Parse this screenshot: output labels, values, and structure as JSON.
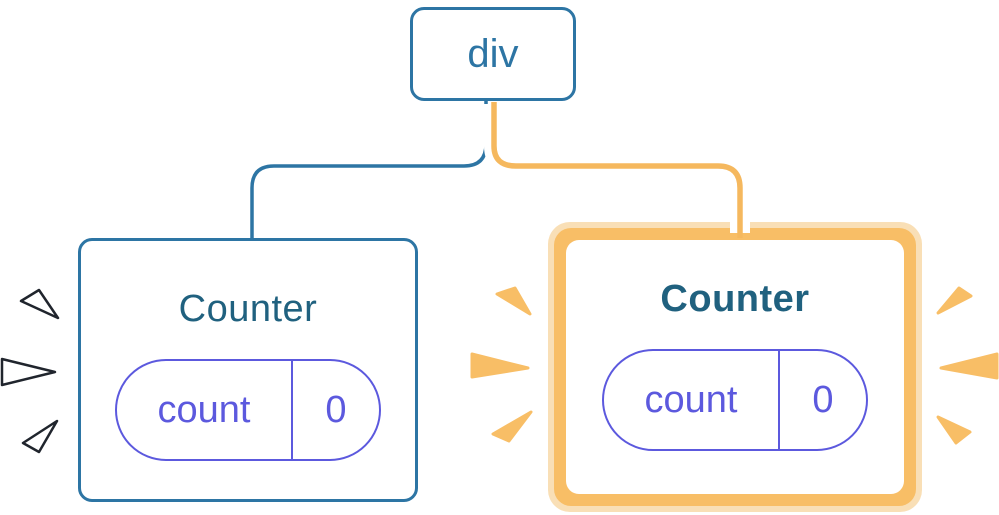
{
  "colors": {
    "blue": "#2D75A4",
    "title": "#20617F",
    "purple": "#5C59DE",
    "orange": "#F8BE66",
    "orange-core": "#F5B85E",
    "pale-orange": "#F9DFB6",
    "spark-outline": "#20252D",
    "white": "#FFFFFF",
    "bg": "#FFFFFF"
  },
  "tree": {
    "root": {
      "label": "div"
    },
    "children": [
      {
        "title": "Counter",
        "state_key": "count",
        "state_value": "0",
        "highlighted": false
      },
      {
        "title": "Counter",
        "state_key": "count",
        "state_value": "0",
        "highlighted": true
      }
    ]
  }
}
